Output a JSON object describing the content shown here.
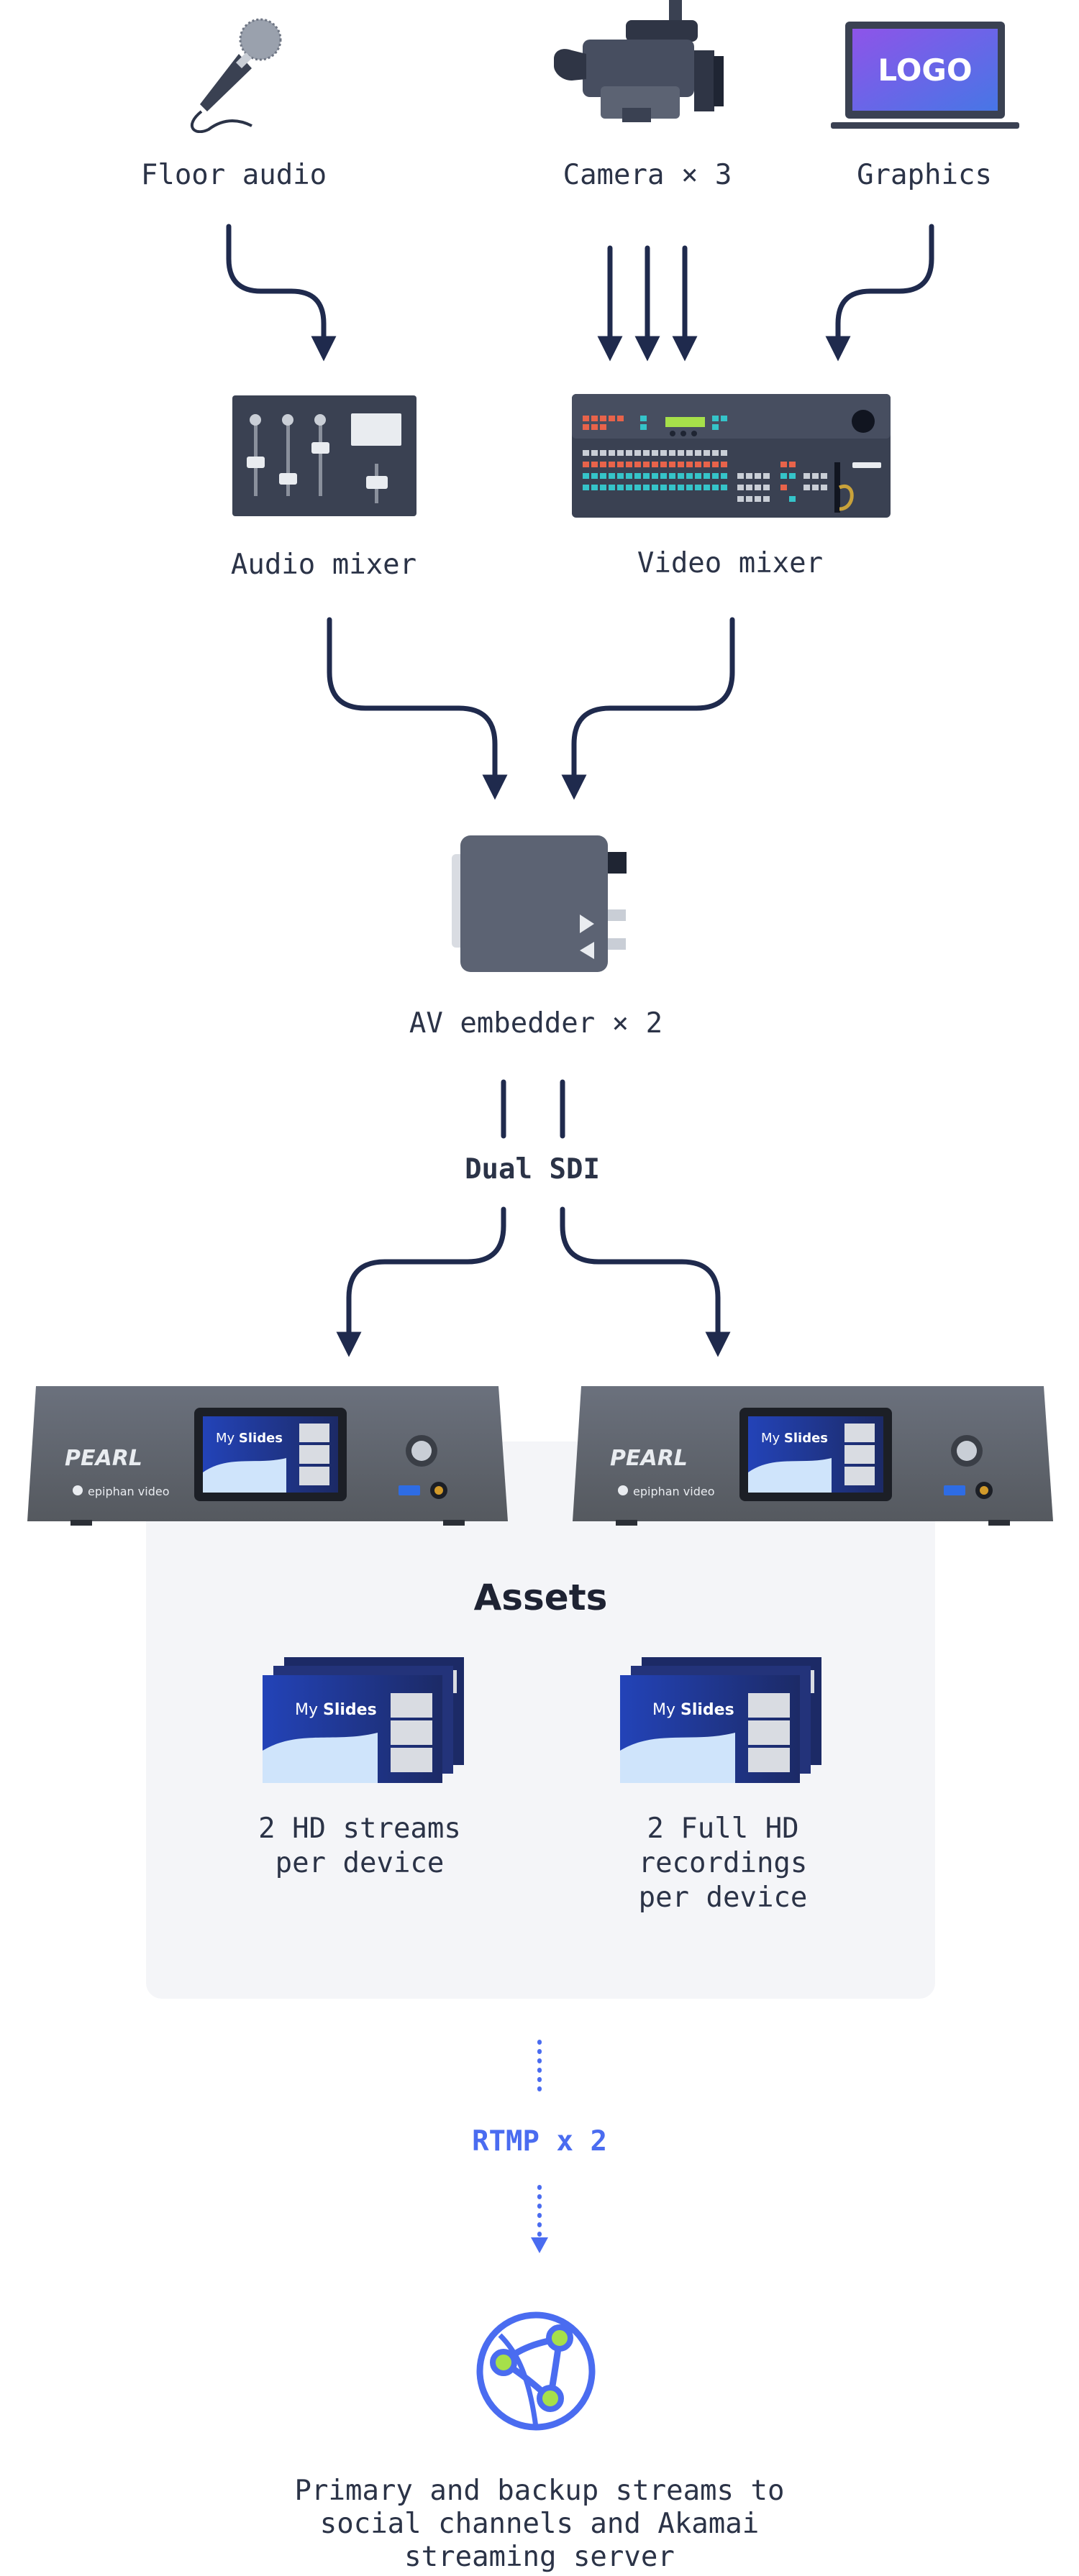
{
  "nodes": {
    "floor_audio": "Floor audio",
    "camera": "Camera × 3",
    "graphics": "Graphics",
    "audio_mixer": "Audio mixer",
    "video_mixer": "Video mixer",
    "av_embedder": "AV embedder × 2",
    "dual_sdi": "Dual SDI",
    "rtmp": "RTMP x 2",
    "output": "Primary and backup streams to social channels and Akamai streaming server"
  },
  "logo_text": "LOGO",
  "pearl": {
    "brand": "PEARL",
    "maker": "epiphan video",
    "screen_title_a": "My ",
    "screen_title_b": "Slides"
  },
  "assets": {
    "title": "Assets",
    "streams": "2 HD streams per device",
    "recordings": "2 Full HD recordings per device",
    "thumb_title_a": "My ",
    "thumb_title_b": "Slides"
  },
  "colors": {
    "arrow": "#1f2a4d",
    "device": "#5c6373",
    "accent_blue": "#4a6cf0",
    "node_green": "#a6e04a"
  }
}
